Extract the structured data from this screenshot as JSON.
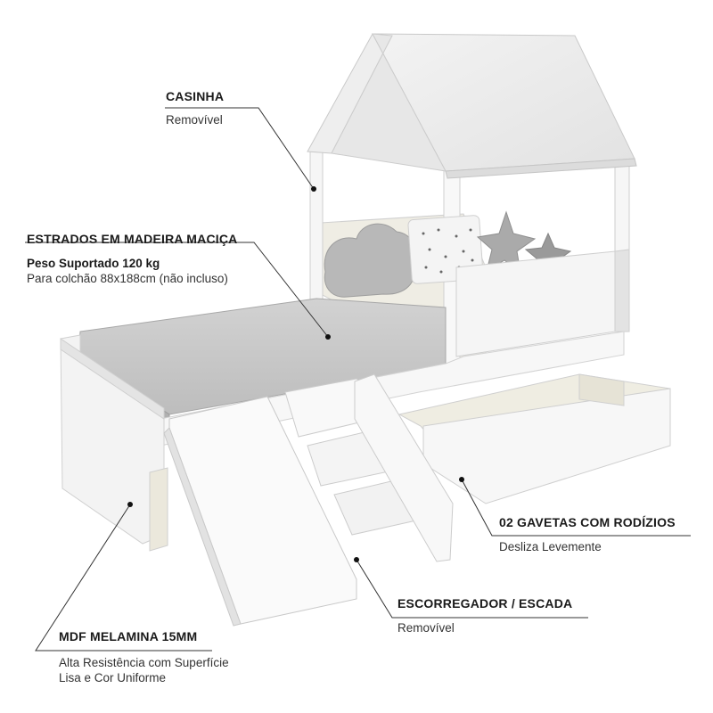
{
  "callouts": {
    "casinha": {
      "title": "CASINHA",
      "subtitle": "Removível"
    },
    "estrados": {
      "title": "ESTRADOS EM MADEIRA MACIÇA",
      "line1": "Peso Suportado 120 kg",
      "line2": "Para colchão 88x188cm (não incluso)"
    },
    "gavetas": {
      "title": "02 GAVETAS COM RODÍZIOS",
      "subtitle": "Desliza Levemente"
    },
    "escorregador": {
      "title": "ESCORREGADOR / ESCADA",
      "subtitle": "Removível"
    },
    "mdf": {
      "title": "MDF MELAMINA 15MM",
      "line1": "Alta Resistência com Superfície",
      "line2": "Lisa e Cor Uniforme"
    }
  },
  "colors": {
    "furniture": "#f7f7f7",
    "furniture_shade": "#e6e6e6",
    "mattress": "#c9c9c9",
    "drawer_inside": "#ece9dc",
    "leader_line": "#333333"
  }
}
